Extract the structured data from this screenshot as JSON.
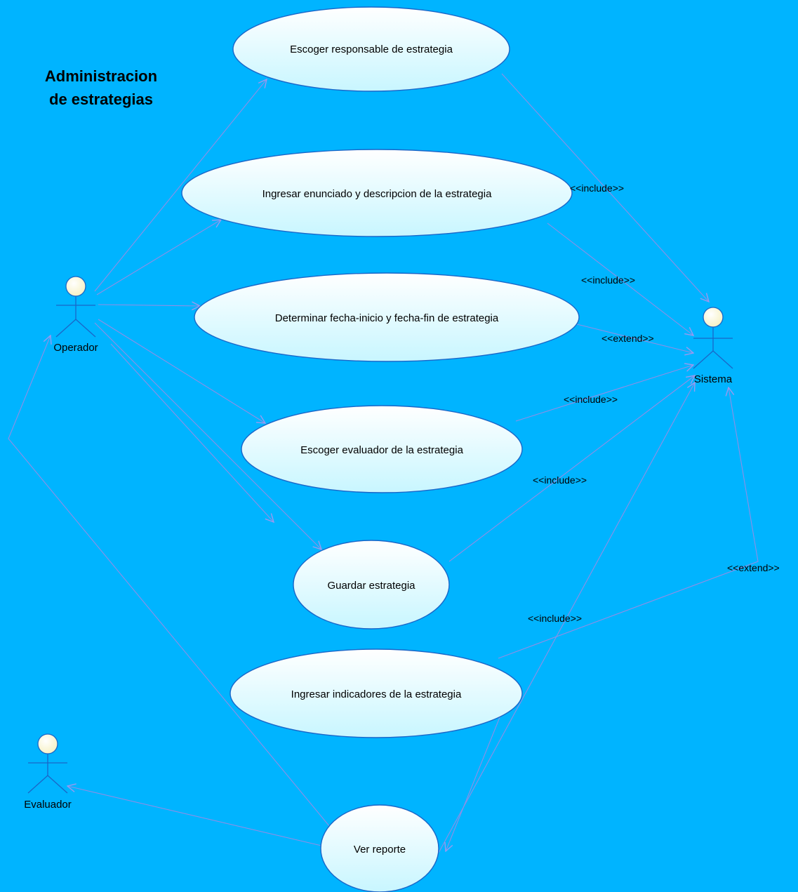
{
  "diagram": {
    "title_line1": "Administracion",
    "title_line2": "de estrategias",
    "actors": {
      "operador": "Operador",
      "sistema": "Sistema",
      "evaluador": "Evaluador"
    },
    "use_cases": {
      "escoger_responsable": "Escoger responsable de estrategia",
      "ingresar_enunciado": "Ingresar enunciado y descripcion de la estrategia",
      "determinar_fechas": "Determinar fecha-inicio y fecha-fin de estrategia",
      "escoger_evaluador": "Escoger evaluador de la estrategia",
      "guardar": "Guardar estrategia",
      "ingresar_indicadores": "Ingresar indicadores de la estrategia",
      "ver_reporte": "Ver reporte"
    },
    "relations": {
      "include_1": "<<include>>",
      "include_2": "<<include>>",
      "extend_1": "<<extend>>",
      "include_3": "<<include>>",
      "include_4": "<<include>>",
      "extend_2": "<<extend>>",
      "include_5": "<<include>>"
    },
    "colors": {
      "background": "#00b4ff",
      "use_case_fill_top": "#ffffff",
      "use_case_fill_bottom": "#c8f6ff",
      "outline": "#1a66c8",
      "connector": "#8f8fe6",
      "actor_head": "#fdfbd8"
    }
  }
}
